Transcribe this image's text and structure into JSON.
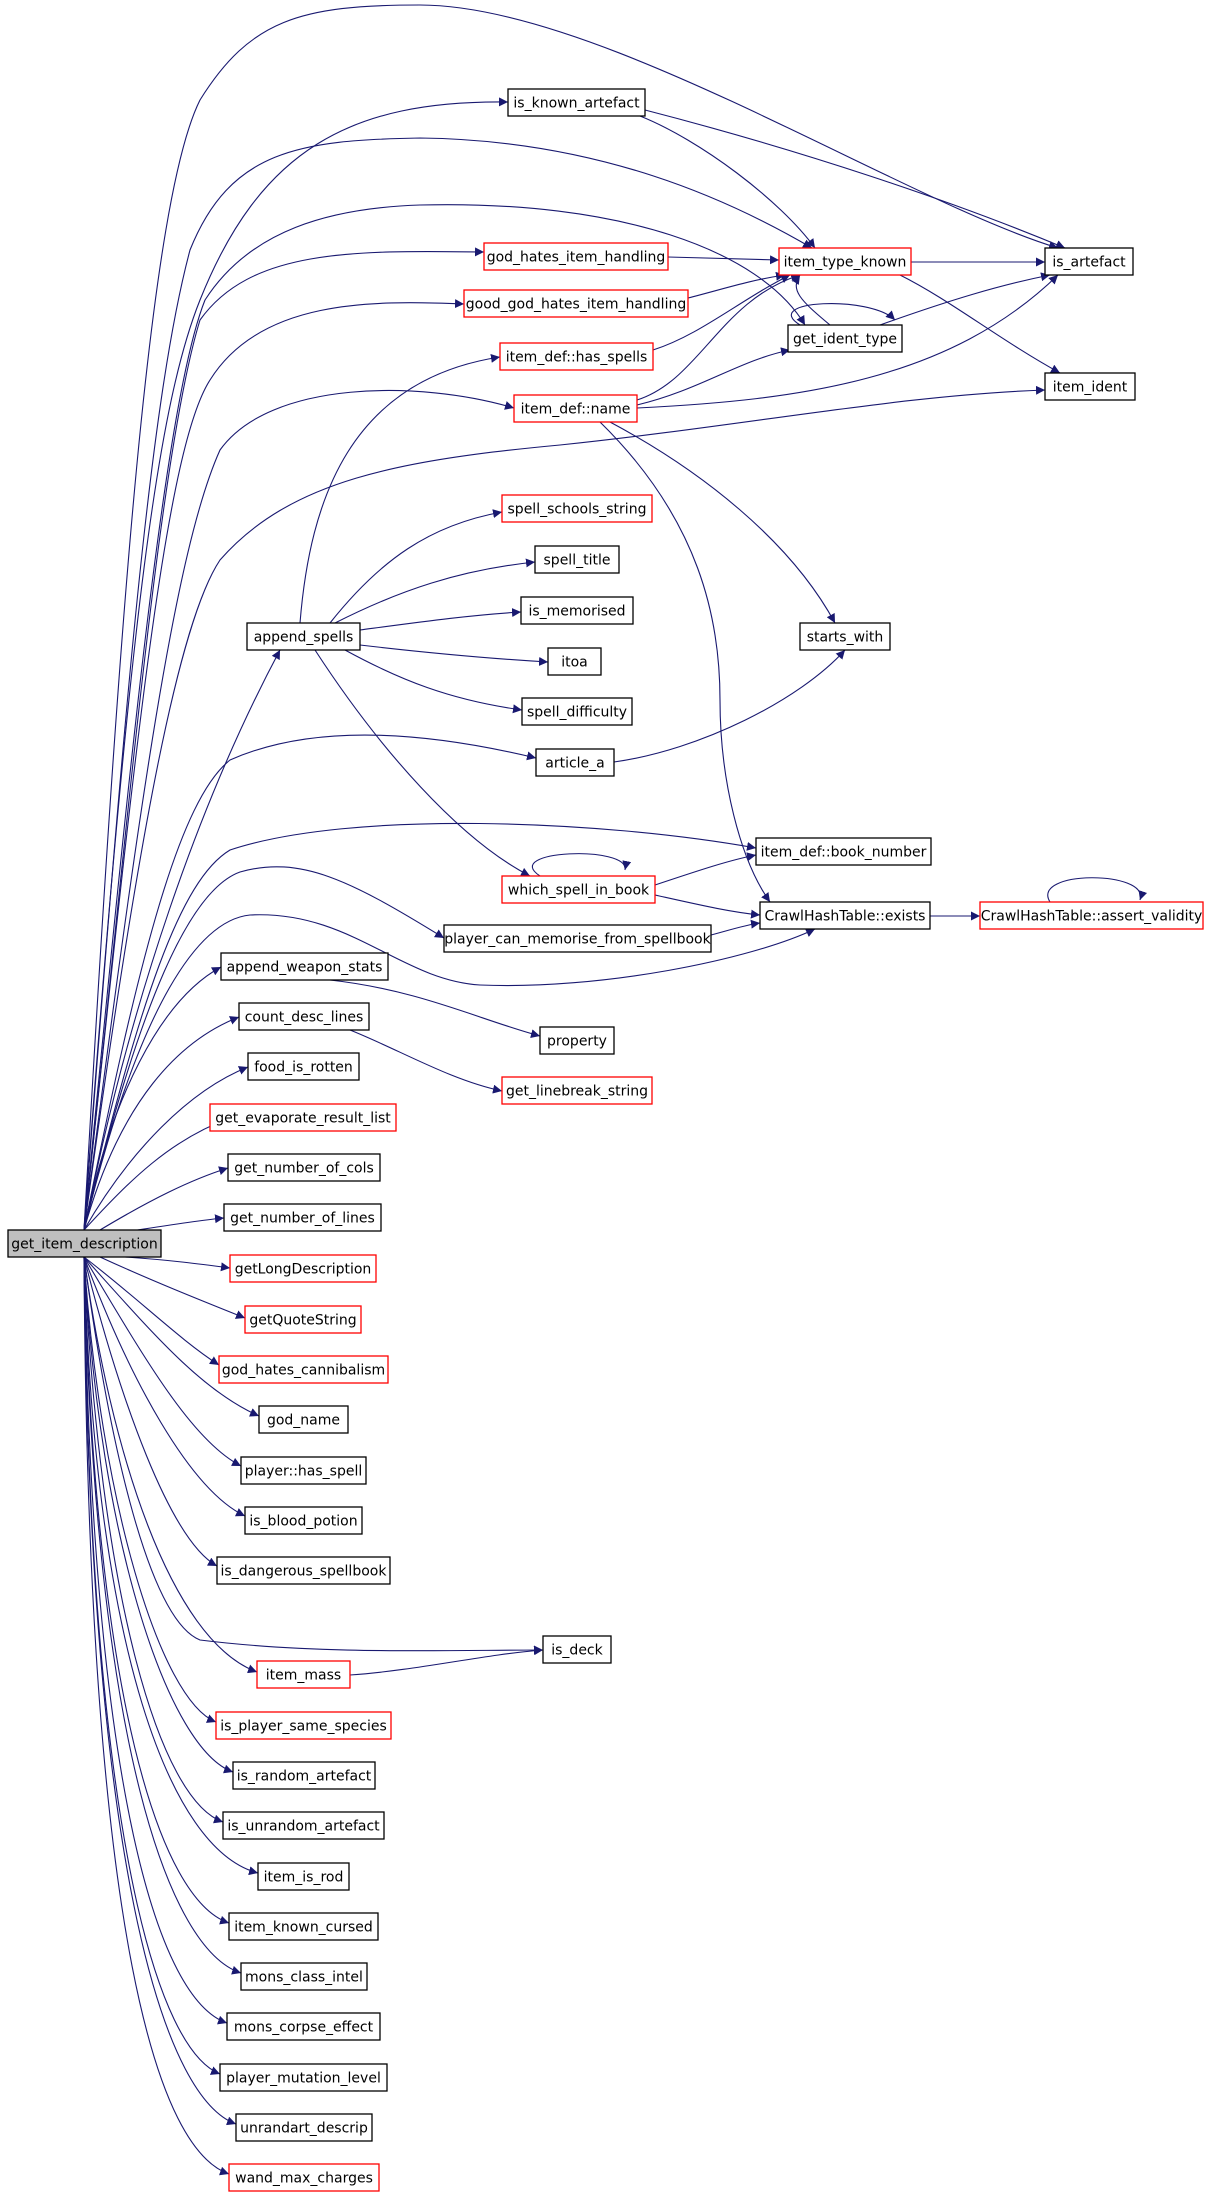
{
  "diagram": {
    "type": "call-graph",
    "colors": {
      "edge": "#191970",
      "incomplete_border": "#ff0000",
      "root_fill": "#bfbfbf"
    },
    "nodes": [
      {
        "id": "root",
        "label": "get_item_description",
        "style": "root"
      },
      {
        "id": "is_known_artefact",
        "label": "is_known_artefact",
        "style": "normal"
      },
      {
        "id": "is_artefact",
        "label": "is_artefact",
        "style": "normal"
      },
      {
        "id": "item_type_known",
        "label": "item_type_known",
        "style": "red"
      },
      {
        "id": "god_hates_item_handling",
        "label": "god_hates_item_handling",
        "style": "red"
      },
      {
        "id": "good_god_hates_item_handling",
        "label": "good_god_hates_item_handling",
        "style": "red"
      },
      {
        "id": "get_ident_type",
        "label": "get_ident_type",
        "style": "normal"
      },
      {
        "id": "item_def_has_spells",
        "label": "item_def::has_spells",
        "style": "red"
      },
      {
        "id": "item_def_name",
        "label": "item_def::name",
        "style": "red"
      },
      {
        "id": "item_ident",
        "label": "item_ident",
        "style": "normal"
      },
      {
        "id": "spell_schools_string",
        "label": "spell_schools_string",
        "style": "red"
      },
      {
        "id": "spell_title",
        "label": "spell_title",
        "style": "normal"
      },
      {
        "id": "is_memorised",
        "label": "is_memorised",
        "style": "normal"
      },
      {
        "id": "append_spells",
        "label": "append_spells",
        "style": "normal"
      },
      {
        "id": "itoa",
        "label": "itoa",
        "style": "normal"
      },
      {
        "id": "starts_with",
        "label": "starts_with",
        "style": "normal"
      },
      {
        "id": "spell_difficulty",
        "label": "spell_difficulty",
        "style": "normal"
      },
      {
        "id": "article_a",
        "label": "article_a",
        "style": "normal"
      },
      {
        "id": "item_def_book_number",
        "label": "item_def::book_number",
        "style": "normal"
      },
      {
        "id": "which_spell_in_book",
        "label": "which_spell_in_book",
        "style": "red"
      },
      {
        "id": "crawl_exists",
        "label": "CrawlHashTable::exists",
        "style": "normal"
      },
      {
        "id": "crawl_assert",
        "label": "CrawlHashTable::assert_validity",
        "style": "red"
      },
      {
        "id": "player_can_memorise",
        "label": "player_can_memorise_from_spellbook",
        "style": "normal"
      },
      {
        "id": "append_weapon_stats",
        "label": "append_weapon_stats",
        "style": "normal"
      },
      {
        "id": "count_desc_lines",
        "label": "count_desc_lines",
        "style": "normal"
      },
      {
        "id": "property",
        "label": "property",
        "style": "normal"
      },
      {
        "id": "food_is_rotten",
        "label": "food_is_rotten",
        "style": "normal"
      },
      {
        "id": "get_linebreak_string",
        "label": "get_linebreak_string",
        "style": "red"
      },
      {
        "id": "get_evaporate_result_list",
        "label": "get_evaporate_result_list",
        "style": "red"
      },
      {
        "id": "get_number_of_cols",
        "label": "get_number_of_cols",
        "style": "normal"
      },
      {
        "id": "get_number_of_lines",
        "label": "get_number_of_lines",
        "style": "normal"
      },
      {
        "id": "getLongDescription",
        "label": "getLongDescription",
        "style": "red"
      },
      {
        "id": "getQuoteString",
        "label": "getQuoteString",
        "style": "red"
      },
      {
        "id": "god_hates_cannibalism",
        "label": "god_hates_cannibalism",
        "style": "red"
      },
      {
        "id": "god_name",
        "label": "god_name",
        "style": "normal"
      },
      {
        "id": "player_has_spell",
        "label": "player::has_spell",
        "style": "normal"
      },
      {
        "id": "is_blood_potion",
        "label": "is_blood_potion",
        "style": "normal"
      },
      {
        "id": "is_dangerous_spellbook",
        "label": "is_dangerous_spellbook",
        "style": "normal"
      },
      {
        "id": "is_deck",
        "label": "is_deck",
        "style": "normal"
      },
      {
        "id": "item_mass",
        "label": "item_mass",
        "style": "red"
      },
      {
        "id": "is_player_same_species",
        "label": "is_player_same_species",
        "style": "red"
      },
      {
        "id": "is_random_artefact",
        "label": "is_random_artefact",
        "style": "normal"
      },
      {
        "id": "is_unrandom_artefact",
        "label": "is_unrandom_artefact",
        "style": "normal"
      },
      {
        "id": "item_is_rod",
        "label": "item_is_rod",
        "style": "normal"
      },
      {
        "id": "item_known_cursed",
        "label": "item_known_cursed",
        "style": "normal"
      },
      {
        "id": "mons_class_intel",
        "label": "mons_class_intel",
        "style": "normal"
      },
      {
        "id": "mons_corpse_effect",
        "label": "mons_corpse_effect",
        "style": "normal"
      },
      {
        "id": "player_mutation_level",
        "label": "player_mutation_level",
        "style": "normal"
      },
      {
        "id": "unrandart_descrip",
        "label": "unrandart_descrip",
        "style": "normal"
      },
      {
        "id": "wand_max_charges",
        "label": "wand_max_charges",
        "style": "red"
      }
    ]
  }
}
